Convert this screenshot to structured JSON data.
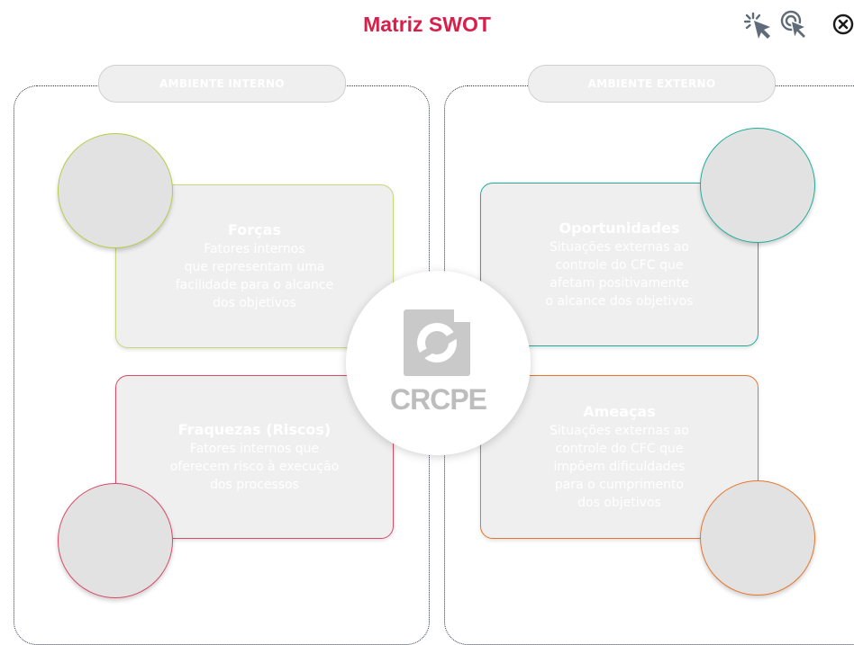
{
  "header": {
    "title": "Matriz SWOT"
  },
  "toolbar": {
    "icons": [
      "click-hint-icon",
      "target-click-icon",
      "close-icon"
    ],
    "colors": {
      "icon": "#5f6b78",
      "title": "#d81e4a"
    }
  },
  "sections": {
    "internal": {
      "label": "AMBIENTE INTERNO"
    },
    "external": {
      "label": "AMBIENTE EXTERNO"
    }
  },
  "quadrants": {
    "forcas": {
      "title": "Forças",
      "lines": [
        "Fatores internos",
        "que representam uma",
        "facilidade para o alcance",
        "dos objetivos"
      ],
      "accent": "#b8cc4a"
    },
    "oportunidades": {
      "title": "Oportunidades",
      "lines": [
        "Situações externas ao",
        "controle do CFC que",
        "afetam positivamente",
        "o alcance dos objetivos"
      ],
      "accent": "#1fae9a"
    },
    "fraquezas": {
      "title": "Fraquezas (Riscos)",
      "lines": [
        "Fatores internos que",
        "oferecem risco à execução",
        "dos processos"
      ],
      "accent": "#d84a6a"
    },
    "ameacas": {
      "title": "Ameaças",
      "lines": [
        "Situações externas ao",
        "controle do CFC que",
        "impõem dificuldades",
        "para o cumprimento",
        "dos objetivos"
      ],
      "accent": "#e8752a"
    }
  },
  "center": {
    "logo_text": "CRCPE"
  }
}
